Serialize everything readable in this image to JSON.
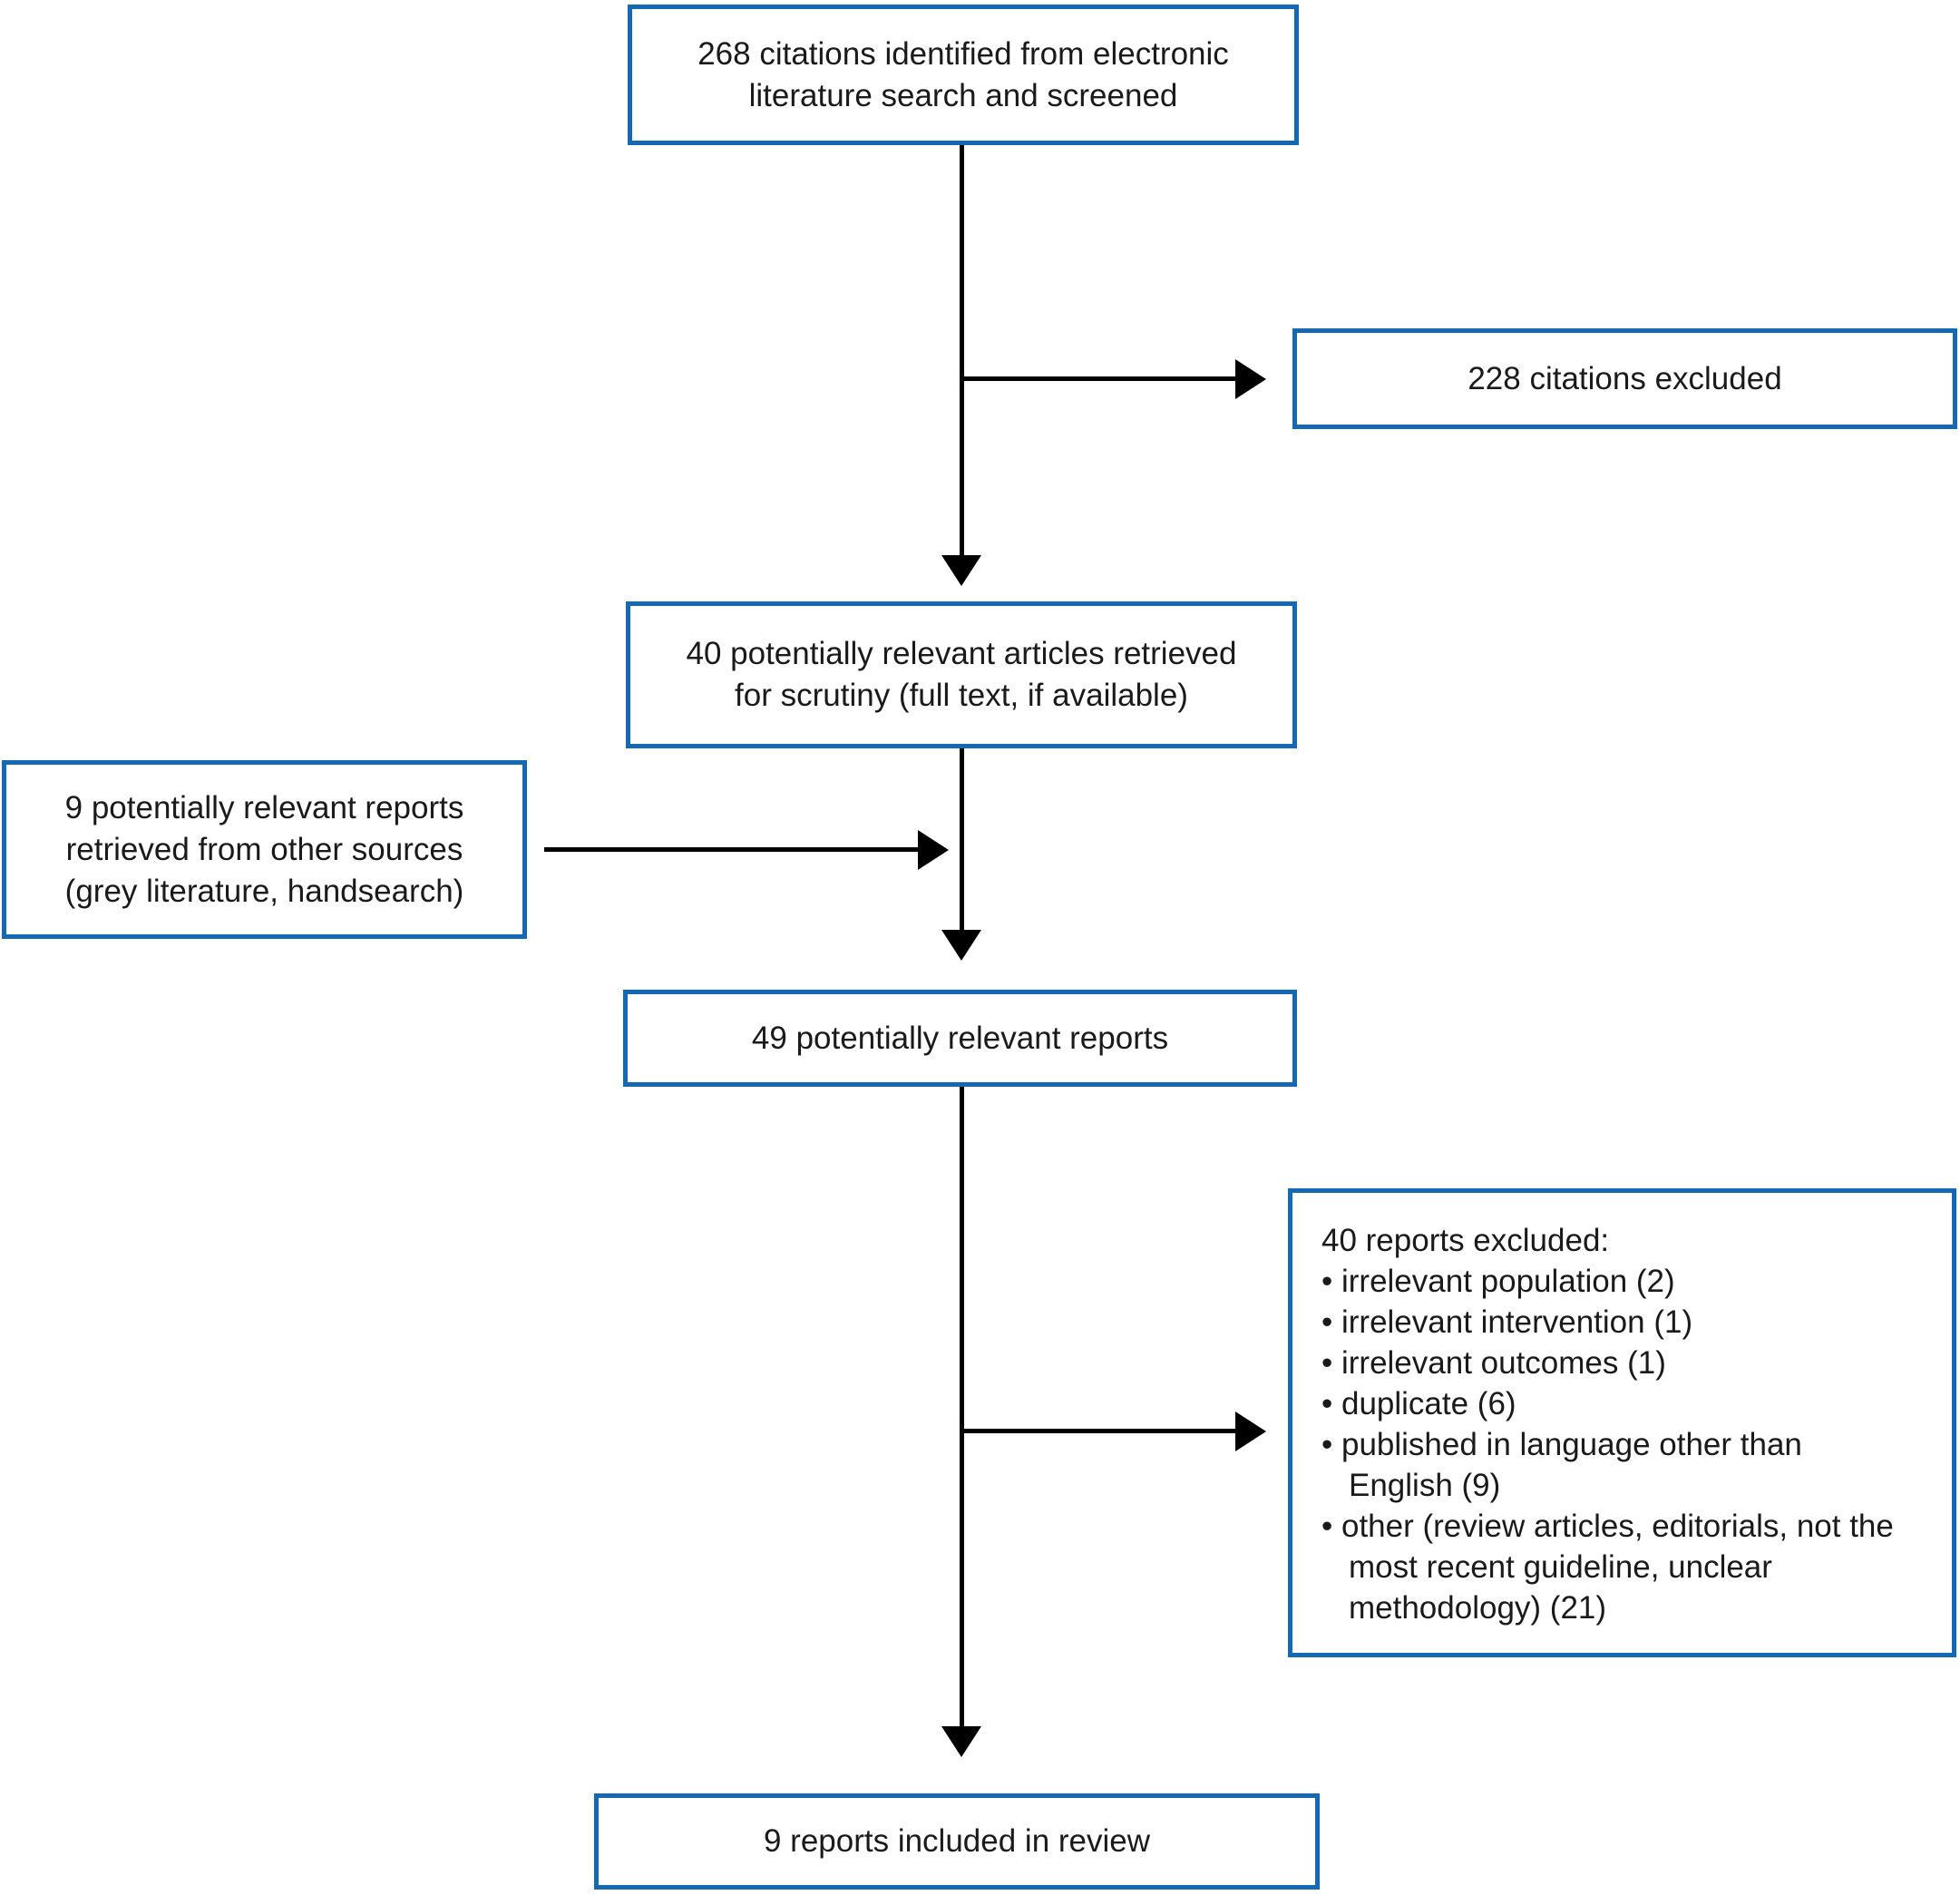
{
  "diagram": {
    "type": "flowchart",
    "colors": {
      "box_border": "#1569b4",
      "arrow": "#000000",
      "text": "#1a1a1a",
      "background": "#ffffff"
    },
    "boxes": {
      "identified": {
        "lines": [
          "268 citations identified from electronic",
          "literature search and screened"
        ]
      },
      "excluded_citations": {
        "lines": [
          "228 citations excluded"
        ]
      },
      "retrieved": {
        "lines": [
          "40 potentially relevant articles retrieved",
          "for scrutiny (full text, if available)"
        ]
      },
      "other_sources": {
        "lines": [
          "9 potentially relevant reports",
          "retrieved from other sources",
          "(grey literature, handsearch)"
        ]
      },
      "combined": {
        "lines": [
          "49 potentially relevant reports"
        ]
      },
      "excluded_reports": {
        "heading": "40 reports excluded:",
        "items": [
          {
            "lines": [
              "• irrelevant population (2)"
            ]
          },
          {
            "lines": [
              "• irrelevant intervention (1)"
            ]
          },
          {
            "lines": [
              "• irrelevant outcomes (1)"
            ]
          },
          {
            "lines": [
              "• duplicate (6)"
            ]
          },
          {
            "lines": [
              "• published in language other than",
              "English (9)"
            ]
          },
          {
            "lines": [
              "• other (review articles, editorials, not the",
              "most recent guideline, unclear",
              "methodology) (21)"
            ]
          }
        ]
      },
      "included": {
        "lines": [
          "9 reports included in review"
        ]
      }
    }
  }
}
